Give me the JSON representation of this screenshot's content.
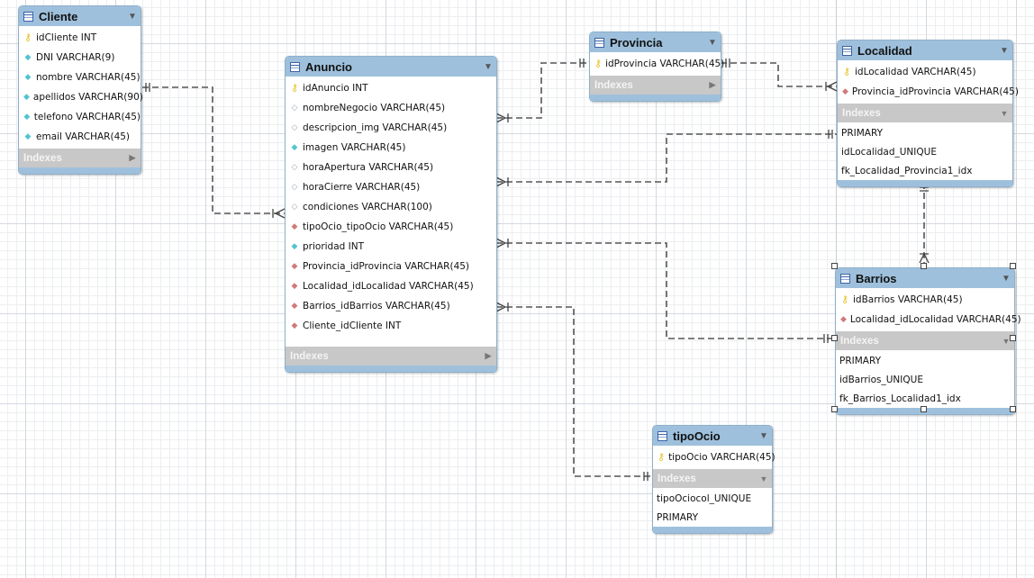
{
  "tables": {
    "cliente": {
      "name": "Cliente",
      "columns": [
        {
          "label": "idCliente INT",
          "icon": "key"
        },
        {
          "label": "DNI VARCHAR(9)",
          "icon": "idx"
        },
        {
          "label": "nombre VARCHAR(45)",
          "icon": "idx"
        },
        {
          "label": "apellidos VARCHAR(90)",
          "icon": "idx"
        },
        {
          "label": "telefono VARCHAR(45)",
          "icon": "idx"
        },
        {
          "label": "email VARCHAR(45)",
          "icon": "idx"
        }
      ],
      "indexes_label": "Indexes"
    },
    "anuncio": {
      "name": "Anuncio",
      "columns": [
        {
          "label": "idAnuncio INT",
          "icon": "key"
        },
        {
          "label": "nombreNegocio VARCHAR(45)",
          "icon": "nul"
        },
        {
          "label": "descripcion_img VARCHAR(45)",
          "icon": "nul"
        },
        {
          "label": "imagen VARCHAR(45)",
          "icon": "idx"
        },
        {
          "label": "horaApertura VARCHAR(45)",
          "icon": "nul"
        },
        {
          "label": "horaCierre VARCHAR(45)",
          "icon": "nul"
        },
        {
          "label": "condiciones VARCHAR(100)",
          "icon": "nul"
        },
        {
          "label": "tipoOcio_tipoOcio VARCHAR(45)",
          "icon": "fk"
        },
        {
          "label": "prioridad INT",
          "icon": "idx"
        },
        {
          "label": "Provincia_idProvincia VARCHAR(45)",
          "icon": "fk"
        },
        {
          "label": "Localidad_idLocalidad VARCHAR(45)",
          "icon": "fk"
        },
        {
          "label": "Barrios_idBarrios VARCHAR(45)",
          "icon": "fk"
        },
        {
          "label": "Cliente_idCliente INT",
          "icon": "fk"
        }
      ],
      "indexes_label": "Indexes"
    },
    "provincia": {
      "name": "Provincia",
      "columns": [
        {
          "label": "idProvincia VARCHAR(45)",
          "icon": "key"
        }
      ],
      "indexes_label": "Indexes"
    },
    "localidad": {
      "name": "Localidad",
      "columns": [
        {
          "label": "idLocalidad VARCHAR(45)",
          "icon": "key"
        },
        {
          "label": "Provincia_idProvincia VARCHAR(45)",
          "icon": "fk"
        }
      ],
      "indexes_label": "Indexes",
      "indexes": [
        "PRIMARY",
        "idLocalidad_UNIQUE",
        "fk_Localidad_Provincia1_idx"
      ]
    },
    "barrios": {
      "name": "Barrios",
      "columns": [
        {
          "label": "idBarrios VARCHAR(45)",
          "icon": "key"
        },
        {
          "label": "Localidad_idLocalidad VARCHAR(45)",
          "icon": "fk"
        }
      ],
      "indexes_label": "Indexes",
      "indexes": [
        "PRIMARY",
        "idBarrios_UNIQUE",
        "fk_Barrios_Localidad1_idx"
      ]
    },
    "tipoocio": {
      "name": "tipoOcio",
      "columns": [
        {
          "label": "tipoOcio VARCHAR(45)",
          "icon": "key"
        }
      ],
      "indexes_label": "Indexes",
      "indexes": [
        "tipoOciocol_UNIQUE",
        "PRIMARY"
      ]
    }
  },
  "colors": {
    "header": "#9ec0dc",
    "indexes_bar": "#c8c8c8",
    "relationship_line": "#555555",
    "key_icon": "#e3c020",
    "foreign_key_icon": "#d07a7a",
    "indexed_icon": "#53c4cf"
  }
}
